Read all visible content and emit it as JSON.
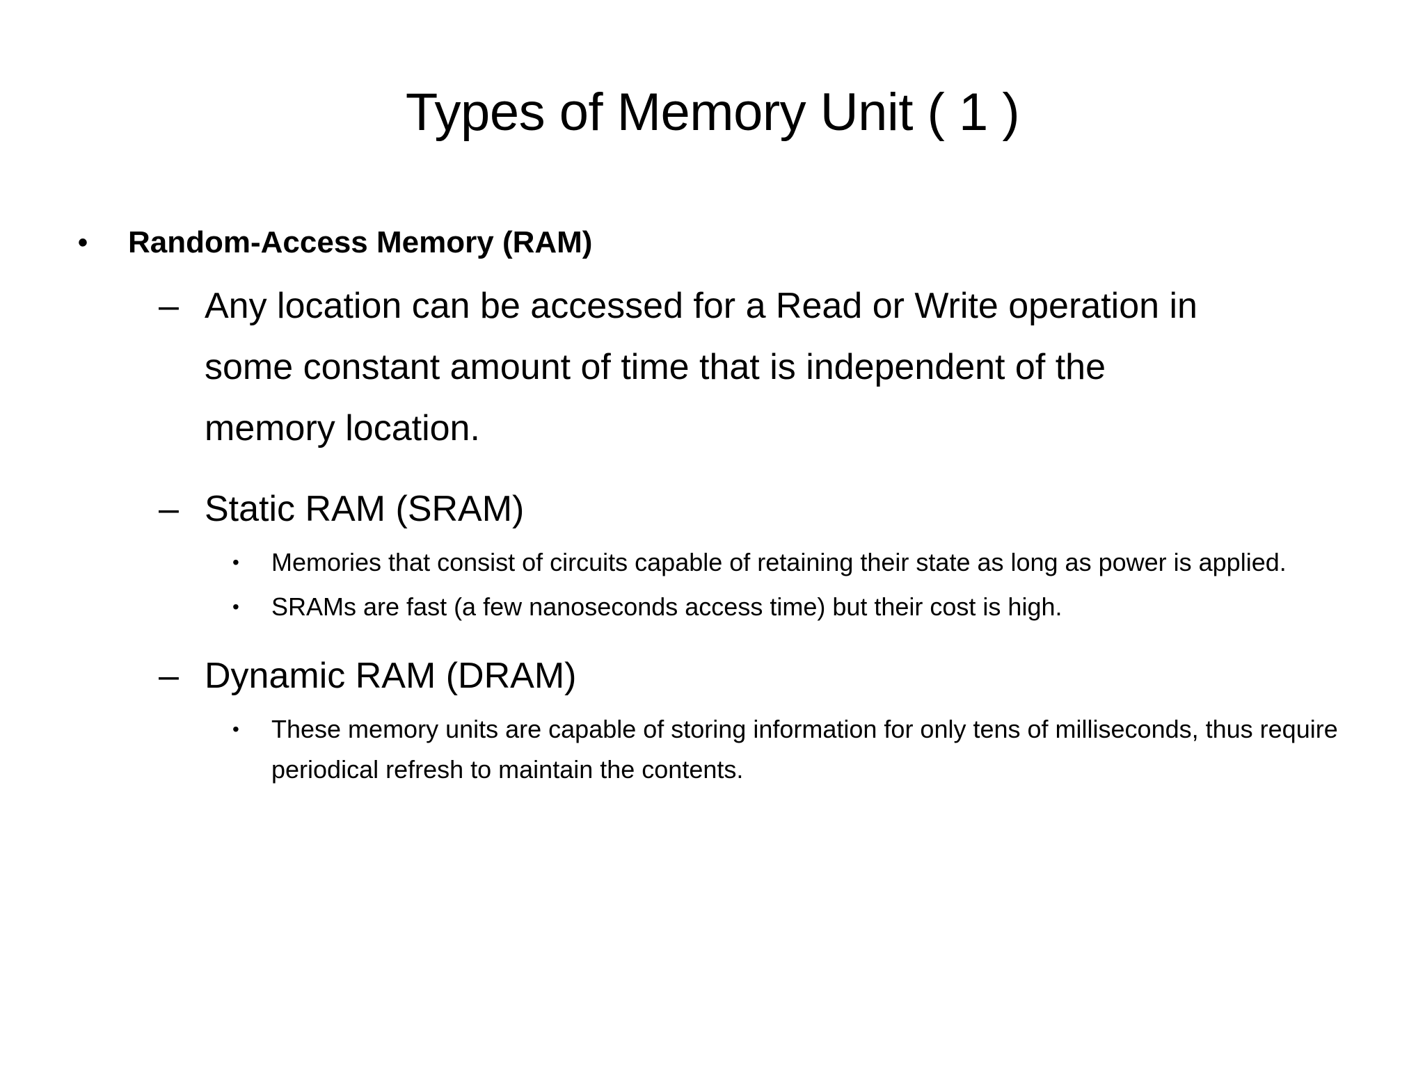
{
  "slide": {
    "title": "Types of Memory Unit ( 1 )",
    "background_color": "#ffffff",
    "text_color": "#000000",
    "markers": {
      "level1_bullet": "•",
      "level2_dash": "–",
      "level3_bullet": "•"
    },
    "content": [
      {
        "level": 1,
        "name": "random-access-memory-heading",
        "text": "Random-Access Memory (RAM)"
      },
      {
        "level": 2,
        "name": "ram-definition",
        "text": "Any location can be accessed for a Read or Write operation in some constant amount of time that is independent of the memory location."
      },
      {
        "level": 2,
        "name": "static-ram-heading",
        "text": "Static RAM (SRAM)"
      },
      {
        "level": 3,
        "name": "sram-detail-1",
        "text": "Memories that consist of circuits capable of retaining their state as long as power is applied."
      },
      {
        "level": 3,
        "name": "sram-detail-2",
        "text": "SRAMs are fast (a few nanoseconds access time) but their cost is high."
      },
      {
        "level": 2,
        "name": "dynamic-ram-heading",
        "text": "Dynamic RAM (DRAM)"
      },
      {
        "level": 3,
        "name": "dram-detail-1",
        "text": "These memory units are capable of storing information for only tens of milliseconds, thus require periodical refresh to maintain the contents."
      }
    ]
  }
}
